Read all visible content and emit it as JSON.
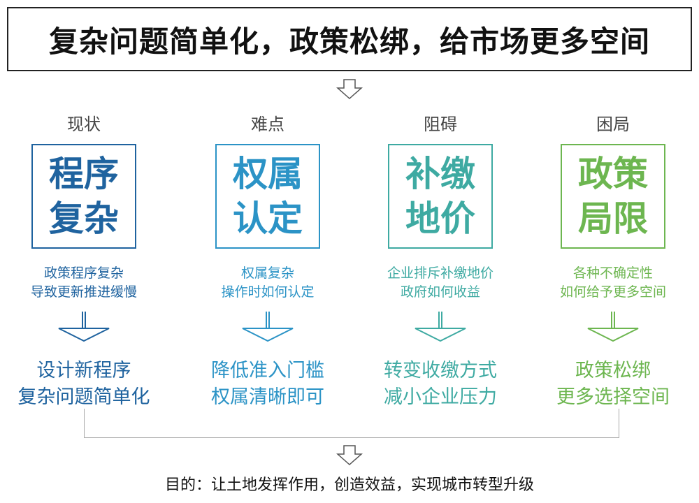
{
  "title": "复杂问题简单化，政策松绑，给市场更多空间",
  "columns": [
    {
      "header": "现状",
      "box": [
        "程序",
        "复杂"
      ],
      "desc": [
        "政策程序复杂",
        "导致更新推进缓慢"
      ],
      "result": [
        "设计新程序",
        "复杂问题简单化"
      ],
      "color": "#1f639f"
    },
    {
      "header": "难点",
      "box": [
        "权属",
        "认定"
      ],
      "desc": [
        "权属复杂",
        "操作时如何认定"
      ],
      "result": [
        "降低准入门槛",
        "权属清晰即可"
      ],
      "color": "#2b93c6"
    },
    {
      "header": "阻碍",
      "box": [
        "补缴",
        "地价"
      ],
      "desc": [
        "企业排斥补缴地价",
        "政府如何收益"
      ],
      "result": [
        "转变收缴方式",
        "减小企业压力"
      ],
      "color": "#3eaaa2"
    },
    {
      "header": "困局",
      "box": [
        "政策",
        "局限"
      ],
      "desc": [
        "各种不确定性",
        "如何给予更多空间"
      ],
      "result": [
        "政策松绑",
        "更多选择空间"
      ],
      "color": "#6db650"
    }
  ],
  "goal": "目的：让土地发挥作用，创造效益，实现城市转型升级"
}
